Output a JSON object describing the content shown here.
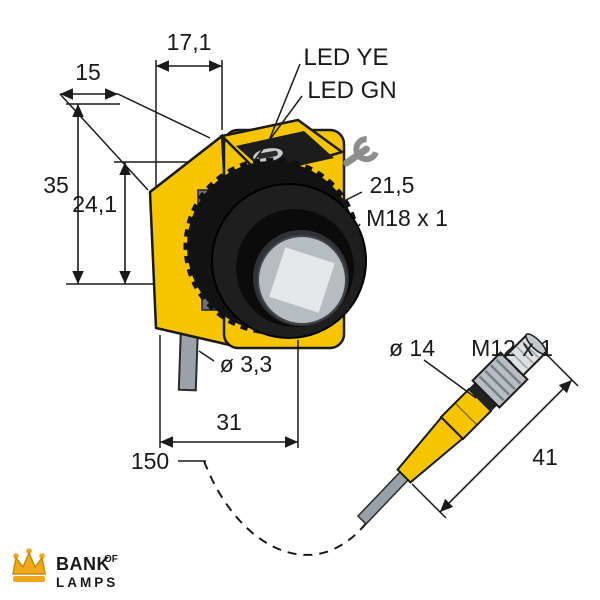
{
  "drawing": {
    "labels": {
      "dim_depth": "17,1",
      "dim_width": "15",
      "dim_height": "35",
      "dim_body_height": "24,1",
      "led_yellow": "LED YE",
      "led_green": "LED GN",
      "dim_ring": "21,5",
      "thread_lens": "M18 x 1",
      "dia_hole": "ø 3,3",
      "dim_length": "31",
      "dim_cable": "150",
      "dia_connector": "ø 14",
      "thread_connector": "M12 x 1",
      "dim_connector_len": "41"
    },
    "colors": {
      "housing_yellow": "#f6c500",
      "ring_black": "#141414",
      "lens_gray": "#b7bcc1",
      "metal_gray": "#b8bec4",
      "line": "#1a1a1a"
    }
  },
  "logo": {
    "brand_line1": "BANK",
    "brand_line1_suffix": "OF",
    "brand_line2": "LAMPS",
    "blue": "#1c5ca6",
    "gold": "#f2a71b"
  }
}
